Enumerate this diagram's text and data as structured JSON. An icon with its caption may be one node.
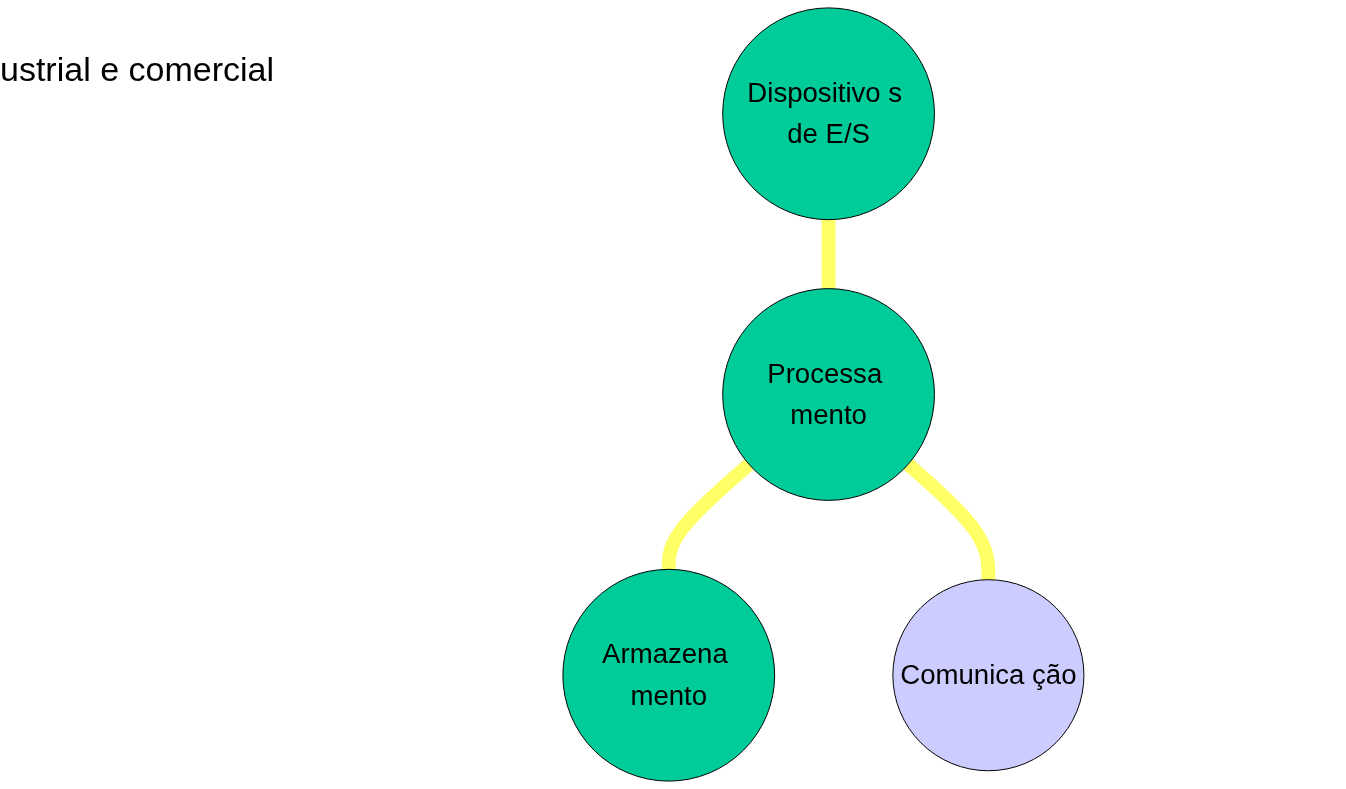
{
  "diagram": {
    "nodes": [
      {
        "text": [
          "Dispositivo s de E/S"
        ]
      },
      {
        "text": [
          "Processa mento"
        ]
      },
      {
        "text": [
          "Armazena mento"
        ]
      },
      {
        "text": [
          "Comunica ção"
        ]
      }
    ],
    "edges": [
      {
        "from": 0,
        "to": 1,
        "arrow": "none"
      },
      {
        "from": 1,
        "to": 2,
        "arrow": "none"
      },
      {
        "from": 1,
        "to": 3,
        "arrow": "none"
      }
    ],
    "labels": [
      "ustrial e comercial"
    ]
  }
}
